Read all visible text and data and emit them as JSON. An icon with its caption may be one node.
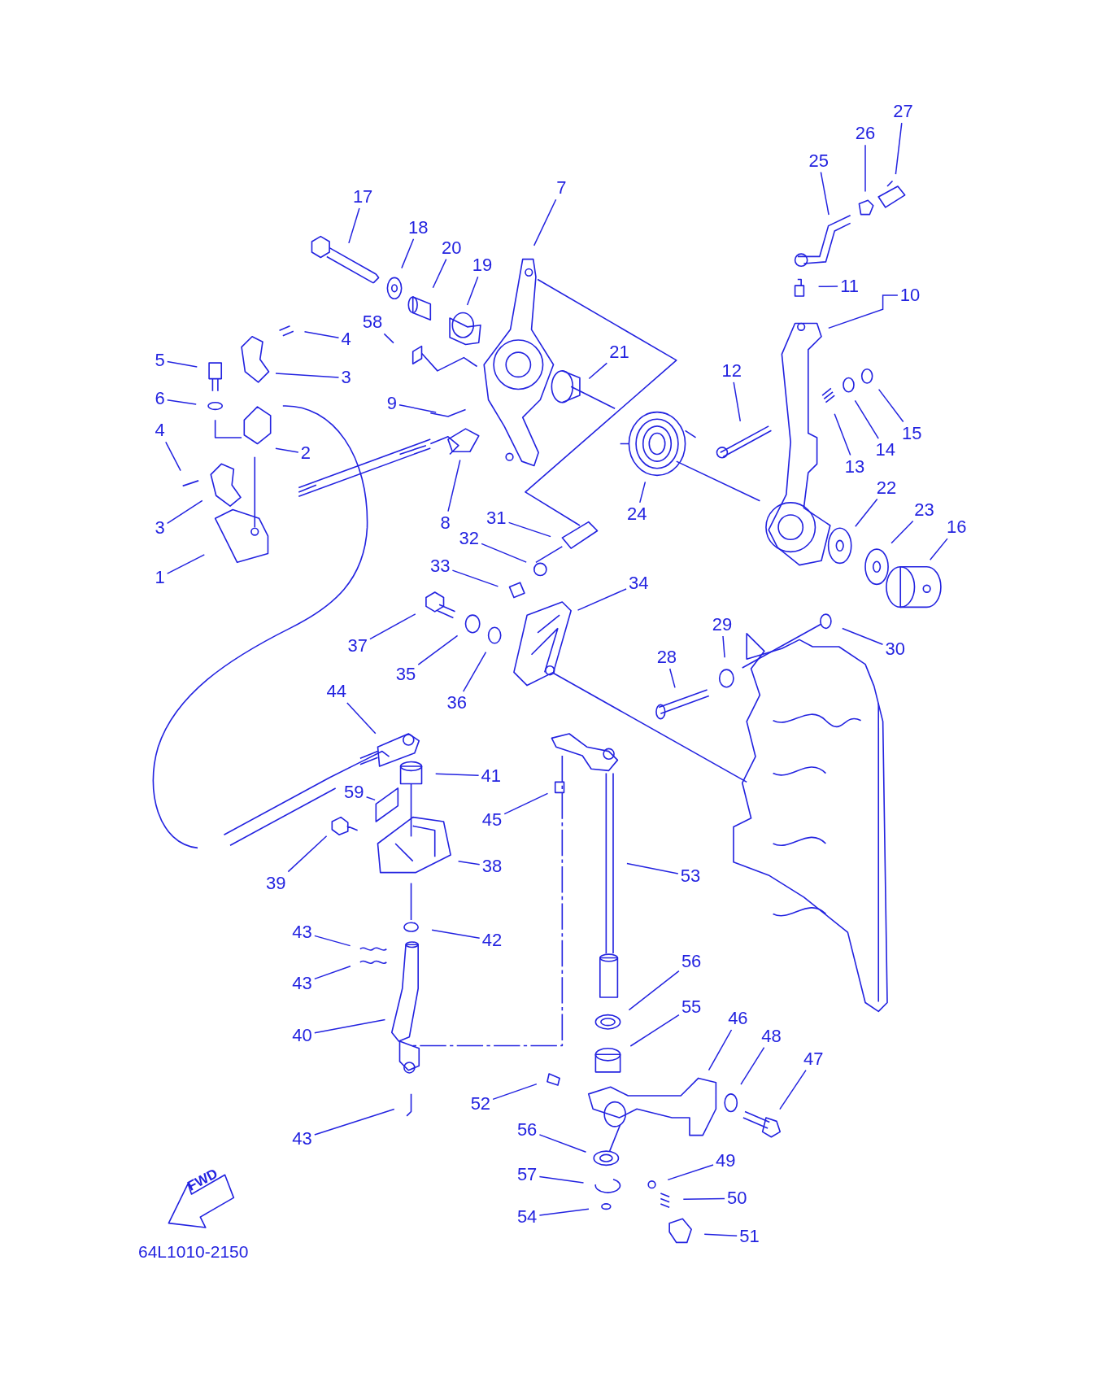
{
  "diagram": {
    "nodes": [
      {
        "text": [
          "27"
        ]
      },
      {
        "text": [
          "26"
        ]
      },
      {
        "text": [
          "25"
        ]
      },
      {
        "text": [
          "17"
        ]
      },
      {
        "text": [
          "7"
        ]
      },
      {
        "text": [
          "18"
        ]
      },
      {
        "text": [
          "20"
        ]
      },
      {
        "text": [
          "19"
        ]
      },
      {
        "text": [
          "11"
        ]
      },
      {
        "text": [
          "10"
        ]
      },
      {
        "text": [
          "58"
        ]
      },
      {
        "text": [
          "4"
        ]
      },
      {
        "text": [
          "5"
        ]
      },
      {
        "text": [
          "21"
        ]
      },
      {
        "text": [
          "3"
        ]
      },
      {
        "text": [
          "12"
        ]
      },
      {
        "text": [
          "6"
        ]
      },
      {
        "text": [
          "9"
        ]
      },
      {
        "text": [
          "4"
        ]
      },
      {
        "text": [
          "15"
        ]
      },
      {
        "text": [
          "14"
        ]
      },
      {
        "text": [
          "2"
        ]
      },
      {
        "text": [
          "13"
        ]
      },
      {
        "text": [
          "22"
        ]
      },
      {
        "text": [
          "23"
        ]
      },
      {
        "text": [
          "31"
        ]
      },
      {
        "text": [
          "24"
        ]
      },
      {
        "text": [
          "8"
        ]
      },
      {
        "text": [
          "16"
        ]
      },
      {
        "text": [
          "3"
        ]
      },
      {
        "text": [
          "32"
        ]
      },
      {
        "text": [
          "33"
        ]
      },
      {
        "text": [
          "1"
        ]
      },
      {
        "text": [
          "34"
        ]
      },
      {
        "text": [
          "29"
        ]
      },
      {
        "text": [
          "37"
        ]
      },
      {
        "text": [
          "30"
        ]
      },
      {
        "text": [
          "28"
        ]
      },
      {
        "text": [
          "35"
        ]
      },
      {
        "text": [
          "36"
        ]
      },
      {
        "text": [
          "44"
        ]
      },
      {
        "text": [
          "41"
        ]
      },
      {
        "text": [
          "59"
        ]
      },
      {
        "text": [
          "45"
        ]
      },
      {
        "text": [
          "38"
        ]
      },
      {
        "text": [
          "53"
        ]
      },
      {
        "text": [
          "39"
        ]
      },
      {
        "text": [
          "43"
        ]
      },
      {
        "text": [
          "42"
        ]
      },
      {
        "text": [
          "56"
        ]
      },
      {
        "text": [
          "43"
        ]
      },
      {
        "text": [
          "55"
        ]
      },
      {
        "text": [
          "46"
        ]
      },
      {
        "text": [
          "40"
        ]
      },
      {
        "text": [
          "48"
        ]
      },
      {
        "text": [
          "47"
        ]
      },
      {
        "text": [
          "52"
        ]
      },
      {
        "text": [
          "56"
        ]
      },
      {
        "text": [
          "43"
        ]
      },
      {
        "text": [
          "49"
        ]
      },
      {
        "text": [
          "57"
        ]
      },
      {
        "text": [
          "50"
        ]
      },
      {
        "text": [
          "54"
        ]
      },
      {
        "text": [
          "51"
        ]
      }
    ],
    "edges": [
      {
        "from": 0,
        "to": null,
        "arrow": "none"
      },
      {
        "from": 1,
        "to": null,
        "arrow": "none"
      },
      {
        "from": 2,
        "to": null,
        "arrow": "none"
      },
      {
        "from": 3,
        "to": null,
        "arrow": "none"
      },
      {
        "from": 4,
        "to": null,
        "arrow": "none"
      },
      {
        "from": 5,
        "to": null,
        "arrow": "none"
      },
      {
        "from": 6,
        "to": null,
        "arrow": "none"
      },
      {
        "from": 7,
        "to": null,
        "arrow": "none"
      },
      {
        "from": 8,
        "to": null,
        "arrow": "none"
      },
      {
        "from": 9,
        "to": null,
        "arrow": "none"
      },
      {
        "from": 10,
        "to": null,
        "arrow": "none"
      },
      {
        "from": 11,
        "to": null,
        "arrow": "none"
      },
      {
        "from": 12,
        "to": null,
        "arrow": "none"
      },
      {
        "from": 13,
        "to": null,
        "arrow": "none"
      },
      {
        "from": 14,
        "to": null,
        "arrow": "none"
      },
      {
        "from": 15,
        "to": null,
        "arrow": "none"
      },
      {
        "from": 16,
        "to": null,
        "arrow": "none"
      },
      {
        "from": 17,
        "to": null,
        "arrow": "none"
      },
      {
        "from": 18,
        "to": null,
        "arrow": "none"
      },
      {
        "from": 19,
        "to": null,
        "arrow": "none"
      },
      {
        "from": 20,
        "to": null,
        "arrow": "none"
      },
      {
        "from": 21,
        "to": null,
        "arrow": "none"
      },
      {
        "from": 22,
        "to": null,
        "arrow": "none"
      },
      {
        "from": 23,
        "to": null,
        "arrow": "none"
      },
      {
        "from": 24,
        "to": null,
        "arrow": "none"
      },
      {
        "from": 25,
        "to": null,
        "arrow": "none"
      },
      {
        "from": 26,
        "to": null,
        "arrow": "none"
      },
      {
        "from": 27,
        "to": null,
        "arrow": "none"
      },
      {
        "from": 28,
        "to": null,
        "arrow": "none"
      },
      {
        "from": 29,
        "to": null,
        "arrow": "none"
      },
      {
        "from": 30,
        "to": null,
        "arrow": "none"
      },
      {
        "from": 31,
        "to": null,
        "arrow": "none"
      },
      {
        "from": 32,
        "to": null,
        "arrow": "none"
      },
      {
        "from": 33,
        "to": null,
        "arrow": "none"
      },
      {
        "from": 34,
        "to": null,
        "arrow": "none"
      },
      {
        "from": 35,
        "to": null,
        "arrow": "none"
      },
      {
        "from": 36,
        "to": null,
        "arrow": "none"
      },
      {
        "from": 37,
        "to": null,
        "arrow": "none"
      },
      {
        "from": 38,
        "to": null,
        "arrow": "none"
      },
      {
        "from": 39,
        "to": null,
        "arrow": "none"
      },
      {
        "from": 40,
        "to": null,
        "arrow": "none"
      },
      {
        "from": 41,
        "to": null,
        "arrow": "none"
      },
      {
        "from": 42,
        "to": null,
        "arrow": "none"
      },
      {
        "from": 43,
        "to": null,
        "arrow": "none"
      },
      {
        "from": 44,
        "to": null,
        "arrow": "none"
      },
      {
        "from": 45,
        "to": null,
        "arrow": "none"
      },
      {
        "from": 46,
        "to": null,
        "arrow": "none"
      },
      {
        "from": 47,
        "to": null,
        "arrow": "none"
      },
      {
        "from": 48,
        "to": null,
        "arrow": "none"
      },
      {
        "from": 49,
        "to": null,
        "arrow": "none"
      },
      {
        "from": 50,
        "to": null,
        "arrow": "none"
      },
      {
        "from": 51,
        "to": null,
        "arrow": "none"
      },
      {
        "from": 52,
        "to": null,
        "arrow": "none"
      },
      {
        "from": 53,
        "to": null,
        "arrow": "none"
      },
      {
        "from": 54,
        "to": null,
        "arrow": "none"
      },
      {
        "from": 55,
        "to": null,
        "arrow": "none"
      },
      {
        "from": 56,
        "to": null,
        "arrow": "none"
      },
      {
        "from": 57,
        "to": null,
        "arrow": "none"
      },
      {
        "from": 58,
        "to": null,
        "arrow": "none"
      },
      {
        "from": 59,
        "to": null,
        "arrow": "none"
      },
      {
        "from": 60,
        "to": null,
        "arrow": "none"
      },
      {
        "from": 61,
        "to": null,
        "arrow": "none"
      },
      {
        "from": 62,
        "to": null,
        "arrow": "none"
      },
      {
        "from": 63,
        "to": null,
        "arrow": "none"
      }
    ],
    "labels": [
      "FWD",
      "64L1010-2150"
    ]
  }
}
